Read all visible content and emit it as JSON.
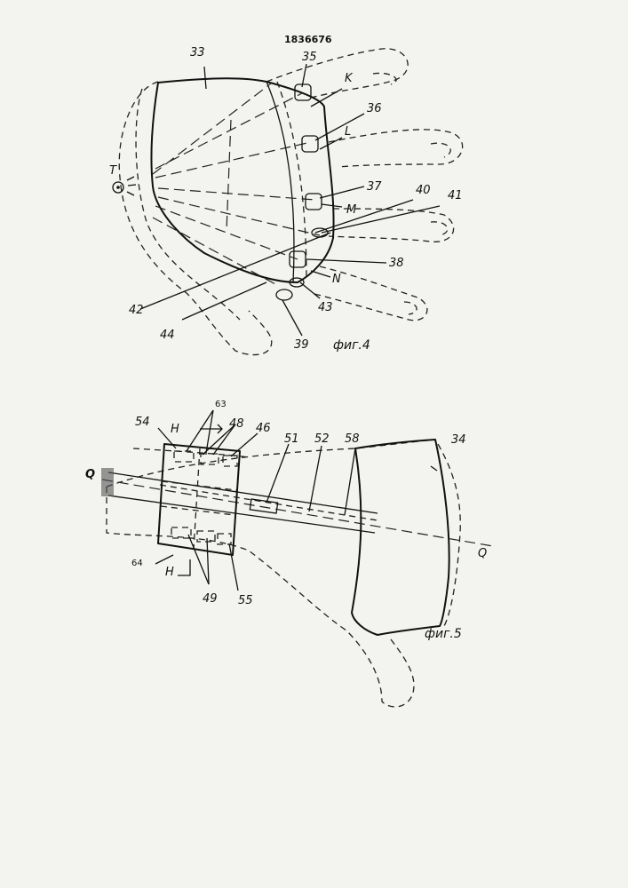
{
  "document": {
    "number": "1836676"
  },
  "figure4": {
    "caption": "фиг.4",
    "light_source": "T",
    "labels": {
      "n33": "33",
      "n35": "35",
      "n36": "36",
      "n37": "37",
      "n38": "38",
      "n39": "39",
      "n40": "40",
      "n41": "41",
      "n42": "42",
      "n43": "43",
      "n44": "44",
      "K": "K",
      "L": "L",
      "M": "M",
      "N": "N"
    }
  },
  "figure5": {
    "caption": "фиг.5",
    "labels": {
      "n34": "34",
      "n46": "46",
      "n48": "48",
      "n49": "49",
      "n51": "51",
      "n52": "52",
      "n54": "54",
      "n55": "55",
      "n58": "58",
      "n63": "63",
      "n64": "64",
      "H_top": "H",
      "H_bottom": "H",
      "Q_left": "Q",
      "Q_right": "Q"
    }
  }
}
